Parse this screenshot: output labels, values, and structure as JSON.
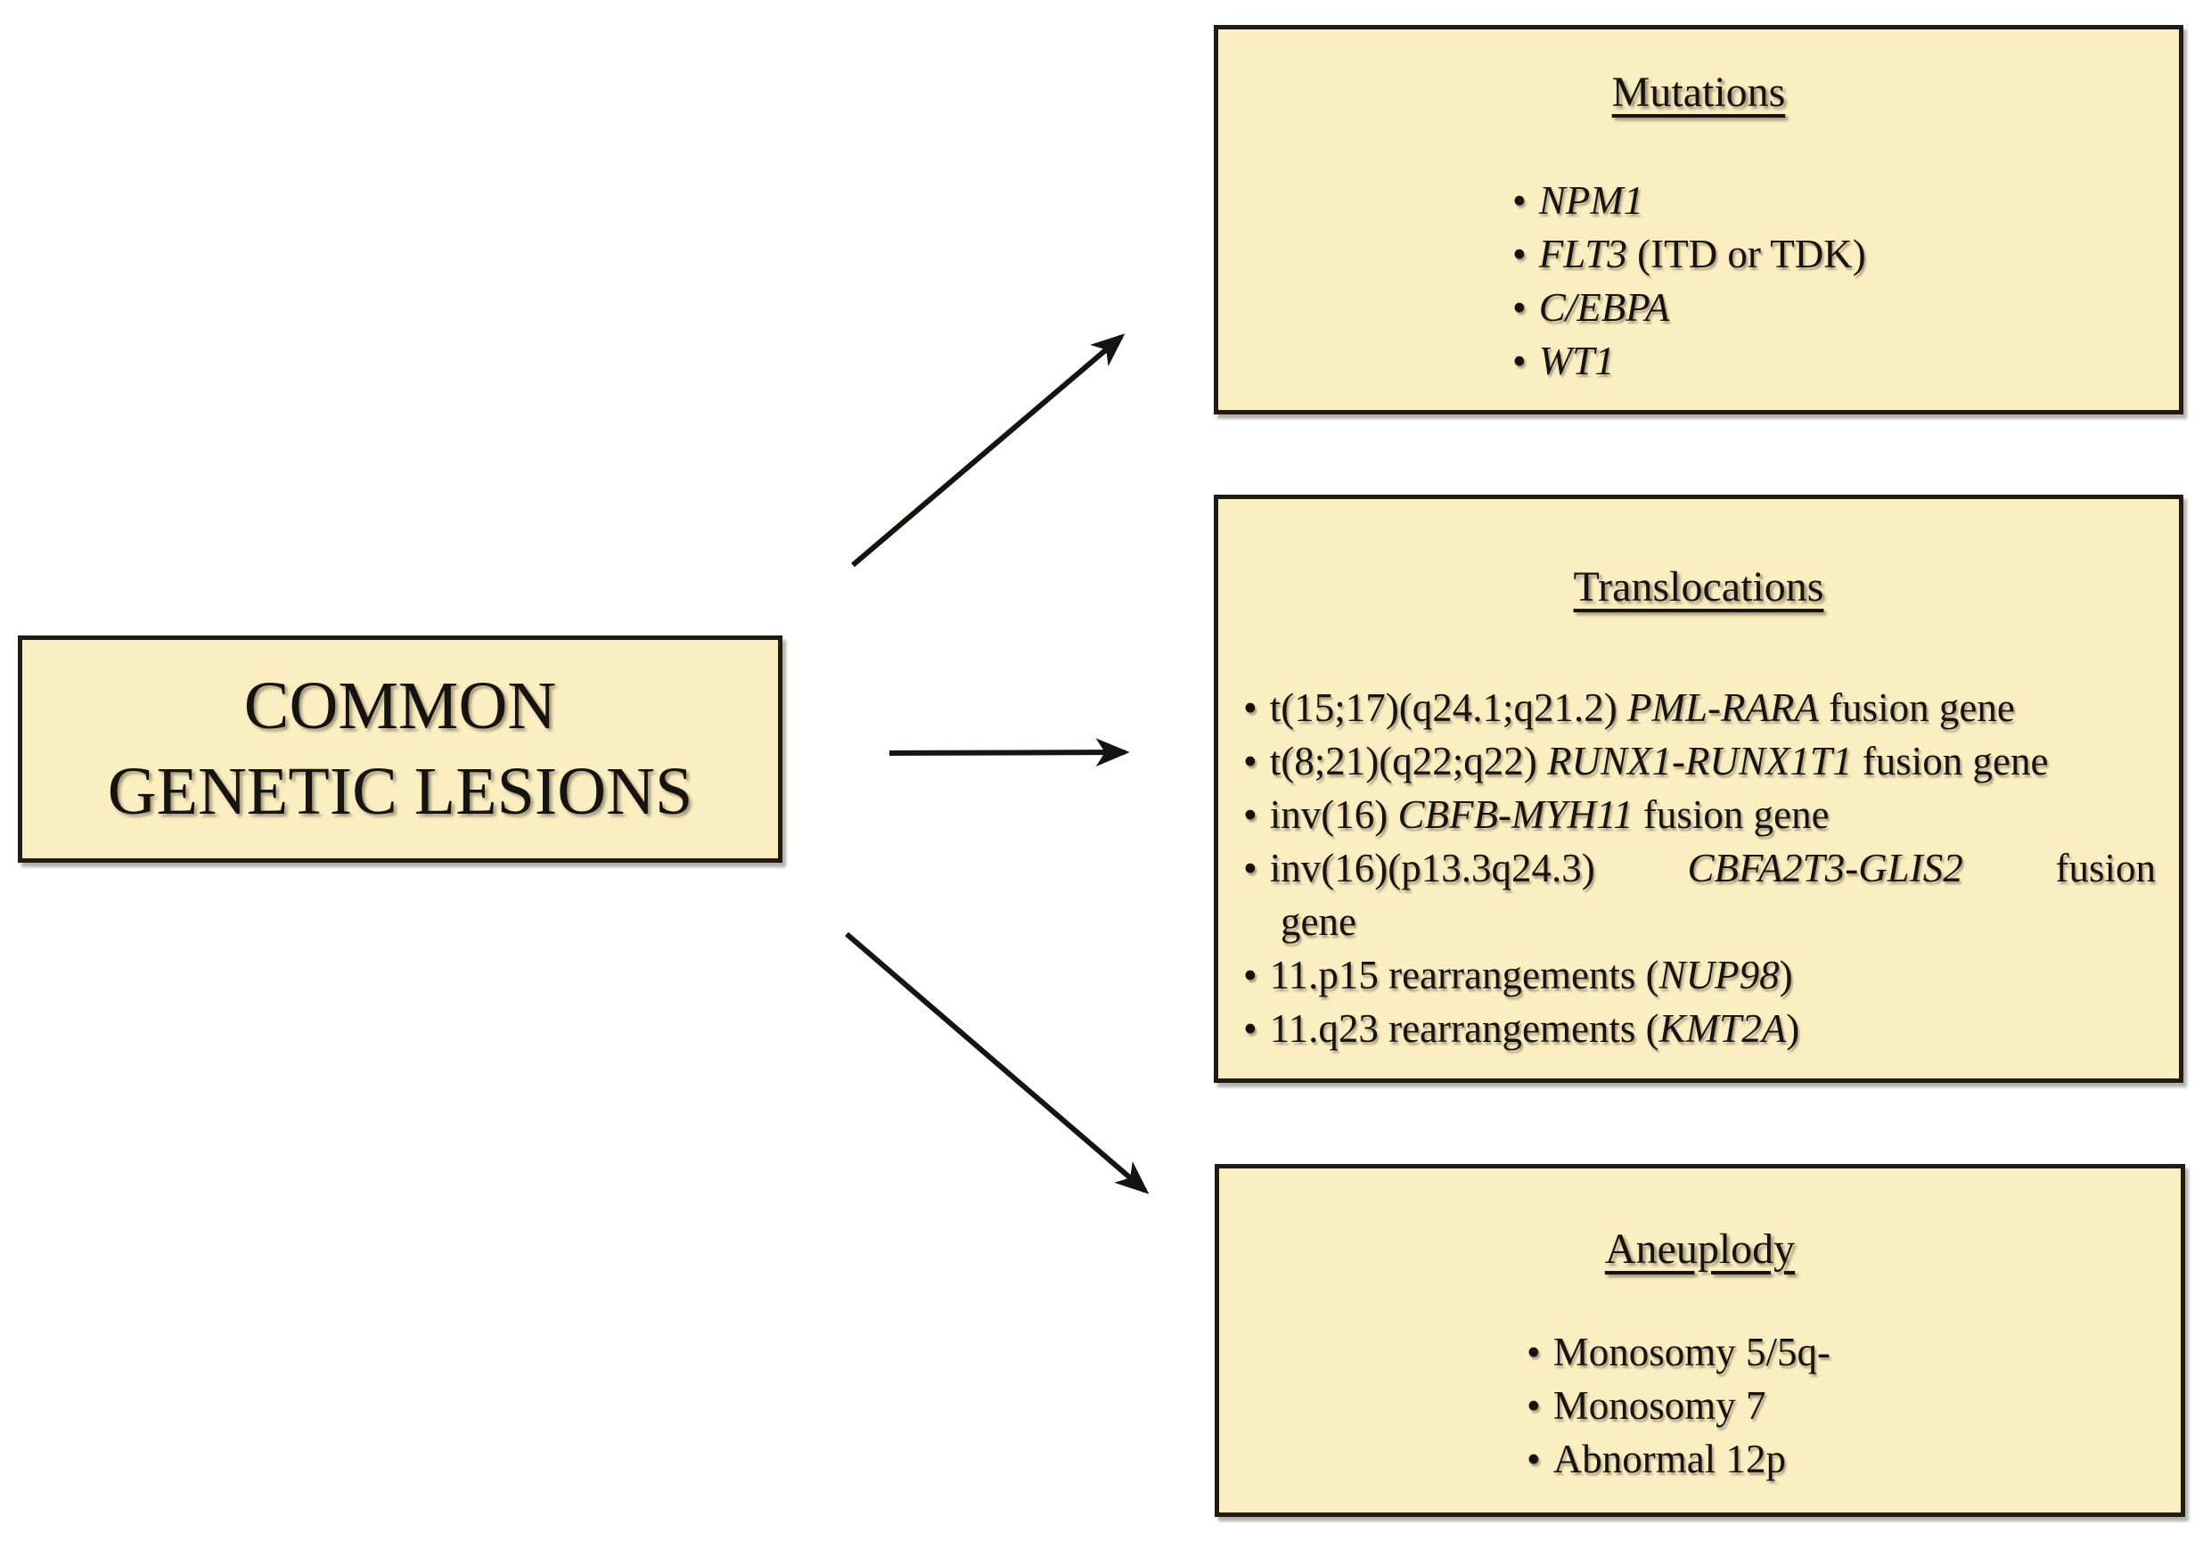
{
  "diagram": {
    "bullet_char": "•",
    "colors": {
      "box_fill": "#FBEEC0",
      "box_border": "#201B13",
      "arrow": "#161310",
      "text": "#161310"
    },
    "root": {
      "title_lines": [
        "COMMON",
        "GENETIC LESIONS"
      ]
    },
    "boxes": [
      {
        "id": "mutations",
        "title": "Mutations",
        "bullets": [
          [
            {
              "text": "NPM1",
              "italic": true
            }
          ],
          [
            {
              "text": "FLT3",
              "italic": true
            },
            {
              "text": " (ITD or TDK)"
            }
          ],
          [
            {
              "text": "C/EBPA",
              "italic": true
            }
          ],
          [
            {
              "text": "WT1",
              "italic": true
            }
          ]
        ]
      },
      {
        "id": "translocations",
        "title": "Translocations",
        "bullets": [
          [
            {
              "text": "t(15;17)(q24.1;q21.2) "
            },
            {
              "text": "PML-RARA",
              "italic": true
            },
            {
              "text": " fusion gene"
            }
          ],
          [
            {
              "text": "t(8;21)(q22;q22) "
            },
            {
              "text": "RUNX1-RUNX1T1",
              "italic": true
            },
            {
              "text": " fusion gene"
            }
          ],
          [
            {
              "text": "inv(16) "
            },
            {
              "text": "CBFB-MYH11",
              "italic": true
            },
            {
              "text": " fusion gene"
            }
          ],
          [
            {
              "text": "inv(16)(p13.3q24.3) "
            },
            {
              "text": "CBFA2T3-GLIS2",
              "italic": true
            },
            {
              "text": " fusion"
            },
            {
              "br": true
            },
            {
              "text": "gene"
            }
          ],
          [
            {
              "text": "11.p15 rearrangements ("
            },
            {
              "text": "NUP98",
              "italic": true
            },
            {
              "text": ")"
            }
          ],
          [
            {
              "text": "11.q23 rearrangements ("
            },
            {
              "text": "KMT2A",
              "italic": true
            },
            {
              "text": ")"
            }
          ]
        ]
      },
      {
        "id": "aneuplody",
        "title": "Aneuplody",
        "bullets": [
          [
            {
              "text": "Monosomy 5/5q-"
            }
          ],
          [
            {
              "text": "Monosomy 7"
            }
          ],
          [
            {
              "text": "Abnormal 12p"
            }
          ]
        ]
      }
    ]
  }
}
